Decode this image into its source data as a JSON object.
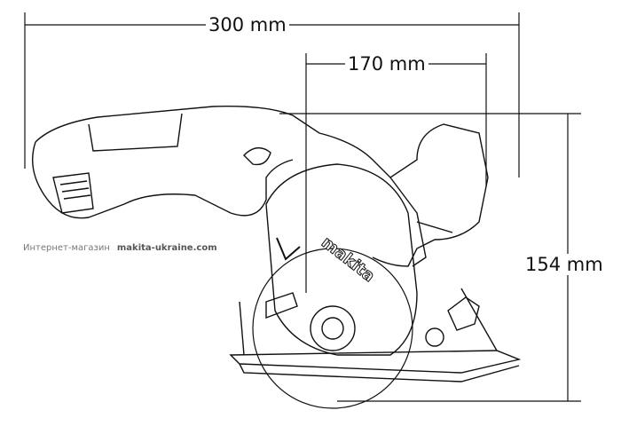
{
  "dimensions": {
    "length": "300 mm",
    "blade_offset": "170 mm",
    "height": "154 mm"
  },
  "watermark": {
    "prefix": "Интернет-магазин",
    "site": "makita-ukraine.com"
  },
  "brand_logo": "makita"
}
